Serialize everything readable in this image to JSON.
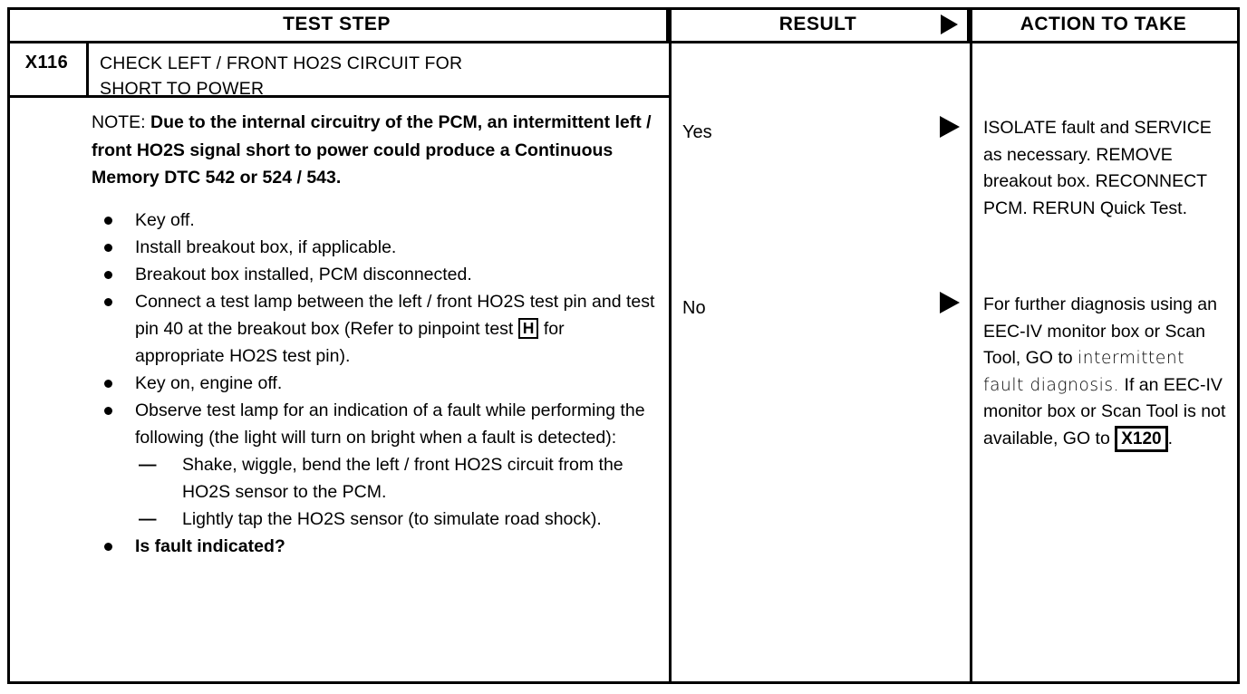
{
  "header": {
    "test_step": "TEST STEP",
    "result": "RESULT",
    "result_arrow_icon": "right-triangle-icon",
    "action_to_take": "ACTION TO TAKE"
  },
  "step": {
    "id": "X116",
    "title_line1": "CHECK LEFT / FRONT HO2S CIRCUIT FOR",
    "title_line2": "SHORT TO POWER"
  },
  "test_step": {
    "note_keyword": "NOTE:",
    "note_text": " Due to the internal circuitry of the PCM, an intermittent left / front HO2S signal short to power could produce a Continuous Memory DTC 542 or 524 / 543.",
    "bullets": [
      {
        "text": "Key off.",
        "bold": false
      },
      {
        "text": "Install breakout box, if applicable.",
        "bold": false
      },
      {
        "text": "Breakout box installed, PCM disconnected.",
        "bold": false
      },
      {
        "text_before_ref": "Connect a test lamp between the left / front HO2S test pin and test pin 40 at the breakout box (Refer to pinpoint test ",
        "boxed_ref": "H",
        "text_after_ref": " for appropriate HO2S test pin).",
        "bold": false,
        "has_boxed_ref": true
      },
      {
        "text": "Key on, engine off.",
        "bold": false
      },
      {
        "text": "Observe test lamp for an indication of a fault while performing the following (the light will turn on bright when a fault is detected):",
        "bold": false,
        "sub_items": [
          "Shake, wiggle, bend the left / front HO2S circuit from the HO2S sensor to the PCM.",
          "Lightly tap the HO2S sensor (to simulate road shock)."
        ]
      },
      {
        "text": "Is fault indicated?",
        "bold": true
      }
    ]
  },
  "results": [
    {
      "label": "Yes",
      "arrow_icon": "right-triangle-icon"
    },
    {
      "label": "No",
      "arrow_icon": "right-triangle-icon"
    }
  ],
  "actions": {
    "yes": "ISOLATE fault and SERVICE as necessary. REMOVE breakout box. RECONNECT PCM. RERUN Quick Test.",
    "no_part1": "For further diagnosis using an EEC-IV monitor box or Scan Tool, GO to ",
    "no_thin": "intermittent  fault diagnosis.",
    "no_part2": "If an EEC-IV monitor box or Scan Tool is not available, GO to ",
    "no_boxed_ref": "X120",
    "no_part3": "."
  },
  "colors": {
    "ink": "#000000",
    "paper": "#ffffff"
  }
}
